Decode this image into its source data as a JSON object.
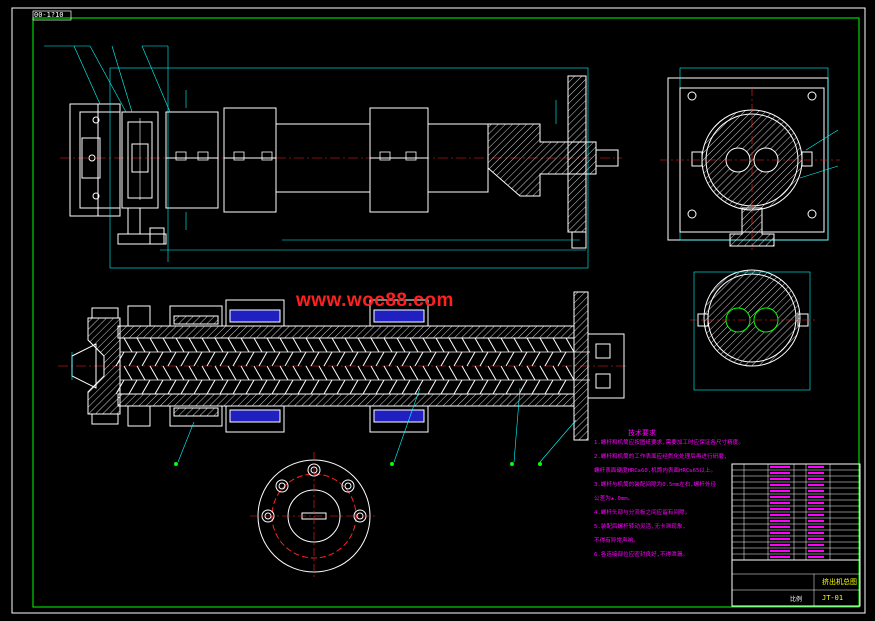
{
  "drawing": {
    "frame_code": "00-1?10",
    "watermark": "www.woc88.com",
    "colors": {
      "background": "#000000",
      "outline": "#ffffff",
      "dimension": "#00ffff",
      "centerline": "#ff2020",
      "hatch": "#ffffff",
      "bearing_fill": "#2020c0",
      "green": "#00ff00",
      "magenta": "#ff00ff",
      "yellow": "#ffff00",
      "watermark": "#ff2020"
    }
  },
  "tech_requirements": {
    "title": "技术要求",
    "lines": [
      "1.螺杆和机筒应按图纸要求,需要加工时应保证各尺寸精度。",
      "2.螺杆和机筒的工作表面应经氮化处理后再进行研磨,",
      "  螺杆表面硬度HRC≥60,机筒内表面HRC≥65以上。",
      "3.螺杆与机筒的装配间隙为0.5mm左右,螺杆外径",
      "  公差为±.0mm。",
      "4.螺杆头部与分流板之间应留有间隙。",
      "5.装配后螺杆转动灵活,无卡滞现象,",
      "  不得有异常声响。",
      "6.各连接部位应密封良好,不得泄漏。"
    ]
  },
  "title_block": {
    "drawing_name": "挤出机总图",
    "drawing_no": "JT-01",
    "scale_note": "比例",
    "rows": 16
  }
}
